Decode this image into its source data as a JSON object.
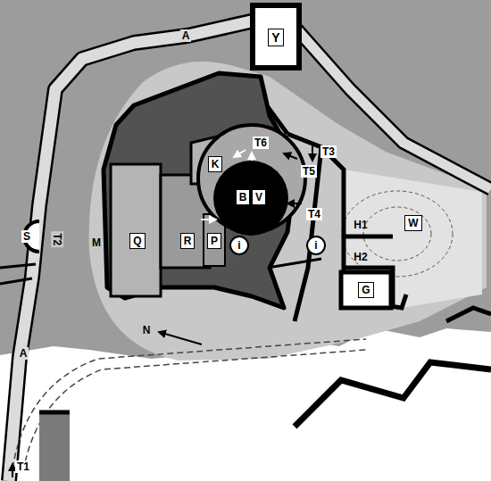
{
  "diagram": {
    "nodes": [
      {
        "text": [
          "Y"
        ]
      },
      {
        "text": [
          "K"
        ]
      },
      {
        "text": [
          "B"
        ]
      },
      {
        "text": [
          "V"
        ]
      },
      {
        "text": [
          "W"
        ]
      },
      {
        "text": [
          "Q"
        ]
      },
      {
        "text": [
          "R"
        ]
      },
      {
        "text": [
          "P"
        ]
      },
      {
        "text": [
          "G"
        ]
      }
    ],
    "edges": [],
    "labels": [
      "A",
      "T6",
      "T3",
      "T5",
      "T4",
      "H1",
      "S",
      "T2",
      "M",
      "i",
      "i",
      "H2",
      "N",
      "A",
      "T1"
    ]
  }
}
